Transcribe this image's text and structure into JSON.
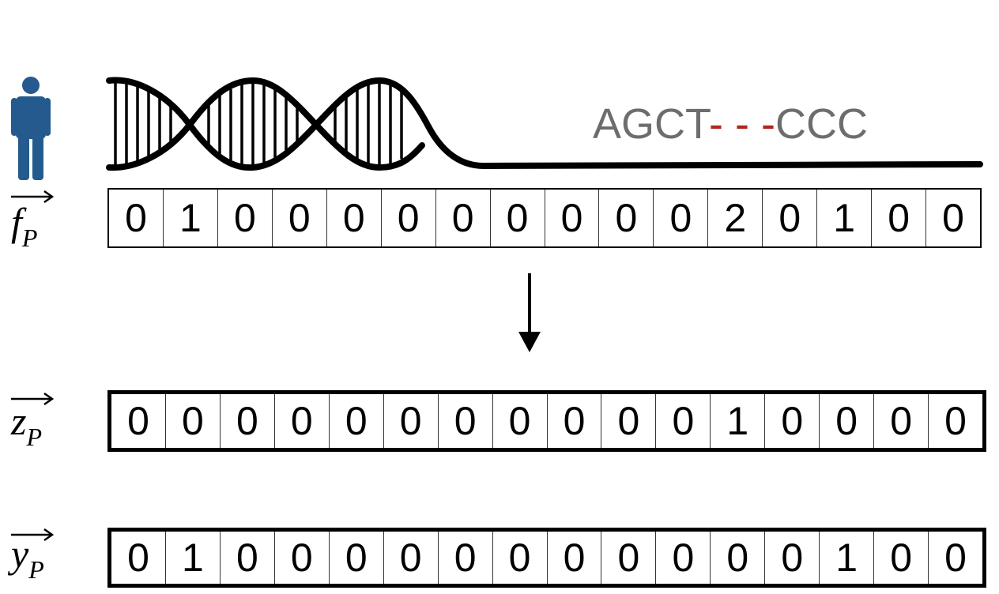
{
  "sequence": {
    "prefix": "AGCT",
    "gap": "- - -",
    "suffix": "CCC"
  },
  "vectors": [
    {
      "name": "f",
      "symbol": "f",
      "subscript": "P",
      "values": [
        "0",
        "1",
        "0",
        "0",
        "0",
        "0",
        "0",
        "0",
        "0",
        "0",
        "0",
        "2",
        "0",
        "1",
        "0",
        "0"
      ]
    },
    {
      "name": "z",
      "symbol": "z",
      "subscript": "P",
      "values": [
        "0",
        "0",
        "0",
        "0",
        "0",
        "0",
        "0",
        "0",
        "0",
        "0",
        "0",
        "1",
        "0",
        "0",
        "0",
        "0"
      ]
    },
    {
      "name": "y",
      "symbol": "y",
      "subscript": "P",
      "values": [
        "0",
        "1",
        "0",
        "0",
        "0",
        "0",
        "0",
        "0",
        "0",
        "0",
        "0",
        "0",
        "0",
        "1",
        "0",
        "0"
      ]
    }
  ],
  "icons": {
    "person": "person-icon",
    "dna": "dna-helix-icon",
    "arrow": "down-arrow-icon"
  },
  "colors": {
    "person": "#245a8d",
    "sequence_text": "#6d6d6d",
    "sequence_gap": "#b3261e",
    "ink": "#000000"
  }
}
